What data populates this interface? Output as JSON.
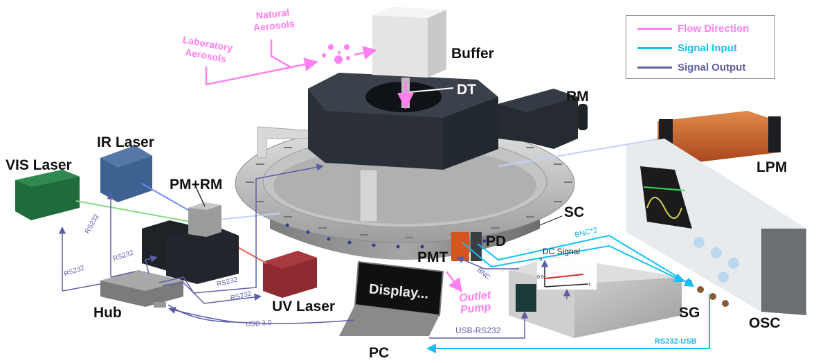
{
  "legend": {
    "items": [
      {
        "label": "Flow Direction",
        "color": "#ff80ee"
      },
      {
        "label": "Signal Input",
        "color": "#12c0f5"
      },
      {
        "label": "Signal Output",
        "color": "#5b5ea6"
      }
    ]
  },
  "components": {
    "buffer": "Buffer",
    "dt": "DT",
    "rm": "RM",
    "lpm": "LPM",
    "ir_laser": "IR Laser",
    "vis_laser": "VIS Laser",
    "pm_rm": "PM+RM",
    "sc": "SC",
    "pd": "PD",
    "pmt": "PMT",
    "uv_laser": "UV Laser",
    "hub": "Hub",
    "pc": "PC",
    "sg": "SG",
    "osc": "OSC"
  },
  "flow_labels": {
    "natural_aerosols": [
      "Natural",
      "Aerosols"
    ],
    "laboratory_aerosols": [
      "Laboratory",
      "Aerosols"
    ],
    "outlet_pump": [
      "Outlet",
      "Pump"
    ]
  },
  "cables": {
    "rs232": "RS232",
    "usb3": "USB 3.0",
    "usb_rs232": "USB-RS232",
    "rs232_usb": "RS232-USB",
    "bnc": "BNC",
    "bnc2": "BNC*2"
  },
  "pc_screen": "Display...",
  "dc_signal": {
    "title": "DC Signal",
    "y_axis": "V",
    "x_axis": "t",
    "level": "0.5"
  },
  "colors": {
    "flow": "#ff80ee",
    "signal_in": "#12c0f5",
    "signal_out": "#5b5ea6",
    "vis_beam": "#7fdc7f",
    "ir_beam": "#6f8cf0",
    "uv_beam": "#f07a6a"
  }
}
